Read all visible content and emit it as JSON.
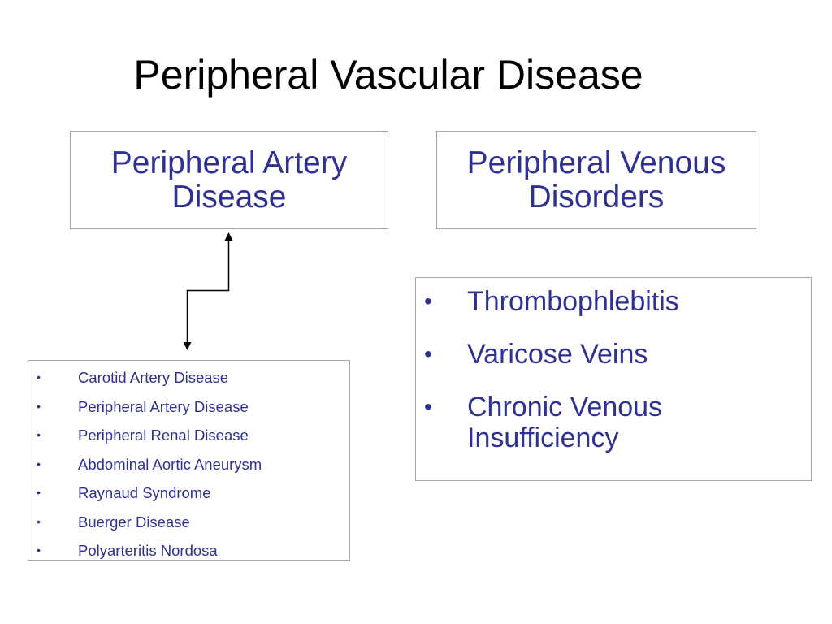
{
  "slide": {
    "title": "Peripheral Vascular Disease",
    "colors": {
      "title": "#000000",
      "body_text": "#2e3192",
      "box_border": "#a6a6a6",
      "arrow": "#000000"
    }
  },
  "categories": [
    {
      "heading": "Peripheral Artery Disease",
      "heading_lines": [
        "Peripheral Artery",
        "Disease"
      ],
      "items": [
        "Carotid Artery Disease",
        "Peripheral Artery Disease",
        "Peripheral Renal Disease",
        "Abdominal Aortic Aneurysm",
        "Raynaud Syndrome",
        "Buerger Disease",
        "Polyarteritis Nordosa"
      ]
    },
    {
      "heading": "Peripheral Venous Disorders",
      "heading_lines": [
        "Peripheral Venous",
        "Disorders"
      ],
      "items": [
        "Thrombophlebitis",
        "Varicose Veins",
        "Chronic Venous Insufficiency"
      ]
    }
  ],
  "bullet_char": "•",
  "connector": {
    "type": "double-headed elbow arrow",
    "from": "Peripheral Artery Disease box",
    "to": "artery disease list"
  }
}
